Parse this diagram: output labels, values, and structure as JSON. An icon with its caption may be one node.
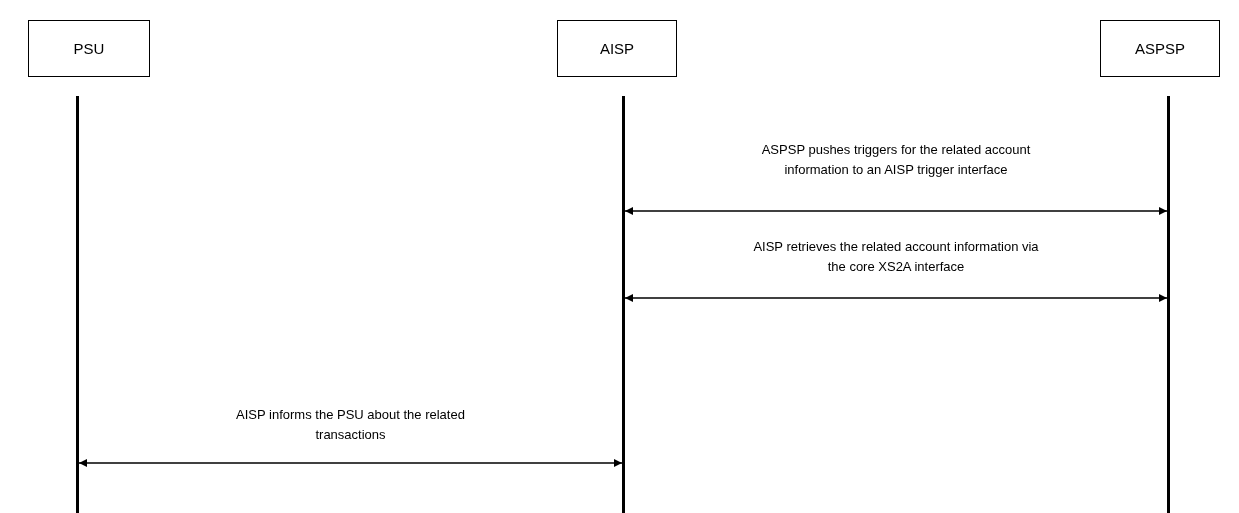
{
  "diagram": {
    "nodes": [
      {
        "text": [
          "PSU"
        ]
      },
      {
        "text": [
          "AISP"
        ]
      },
      {
        "text": [
          "ASPSP"
        ]
      },
      {
        "text": [],
        "shape": "bar"
      },
      {
        "text": [],
        "shape": "bar"
      },
      {
        "text": [],
        "shape": "bar"
      }
    ],
    "edges": [
      {
        "from": 4,
        "to": 5,
        "arrow": "both",
        "label": "ASPSP pushes triggers for the related account information to an AISP trigger interface"
      },
      {
        "from": 4,
        "to": 5,
        "arrow": "both",
        "label": "AISP retrieves the related account information via the core XS2A interface"
      },
      {
        "from": 3,
        "to": 4,
        "arrow": "both",
        "label": "AISP informs the PSU about the related transactions"
      }
    ]
  }
}
